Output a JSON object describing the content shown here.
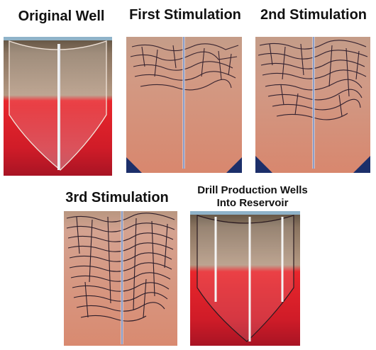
{
  "panels": {
    "original": {
      "title": "Original Well"
    },
    "first": {
      "title": "First Stimulation"
    },
    "second": {
      "title": "2nd Stimulation"
    },
    "third": {
      "title": "3rd Stimulation"
    },
    "drill": {
      "title_line1": "Drill Production Wells",
      "title_line2": "Into Reservoir"
    }
  },
  "colors": {
    "sky": "#8fb3c9",
    "topsoil": "#7a6048",
    "rock_tan": "#b89a7e",
    "rock_pink": "#c88a78",
    "reservoir_red": "#e0202a",
    "reservoir_deep": "#b81828",
    "well_line": "#e8eef5",
    "well_blue": "#3050a0",
    "fracture": "#2a1f2a"
  }
}
